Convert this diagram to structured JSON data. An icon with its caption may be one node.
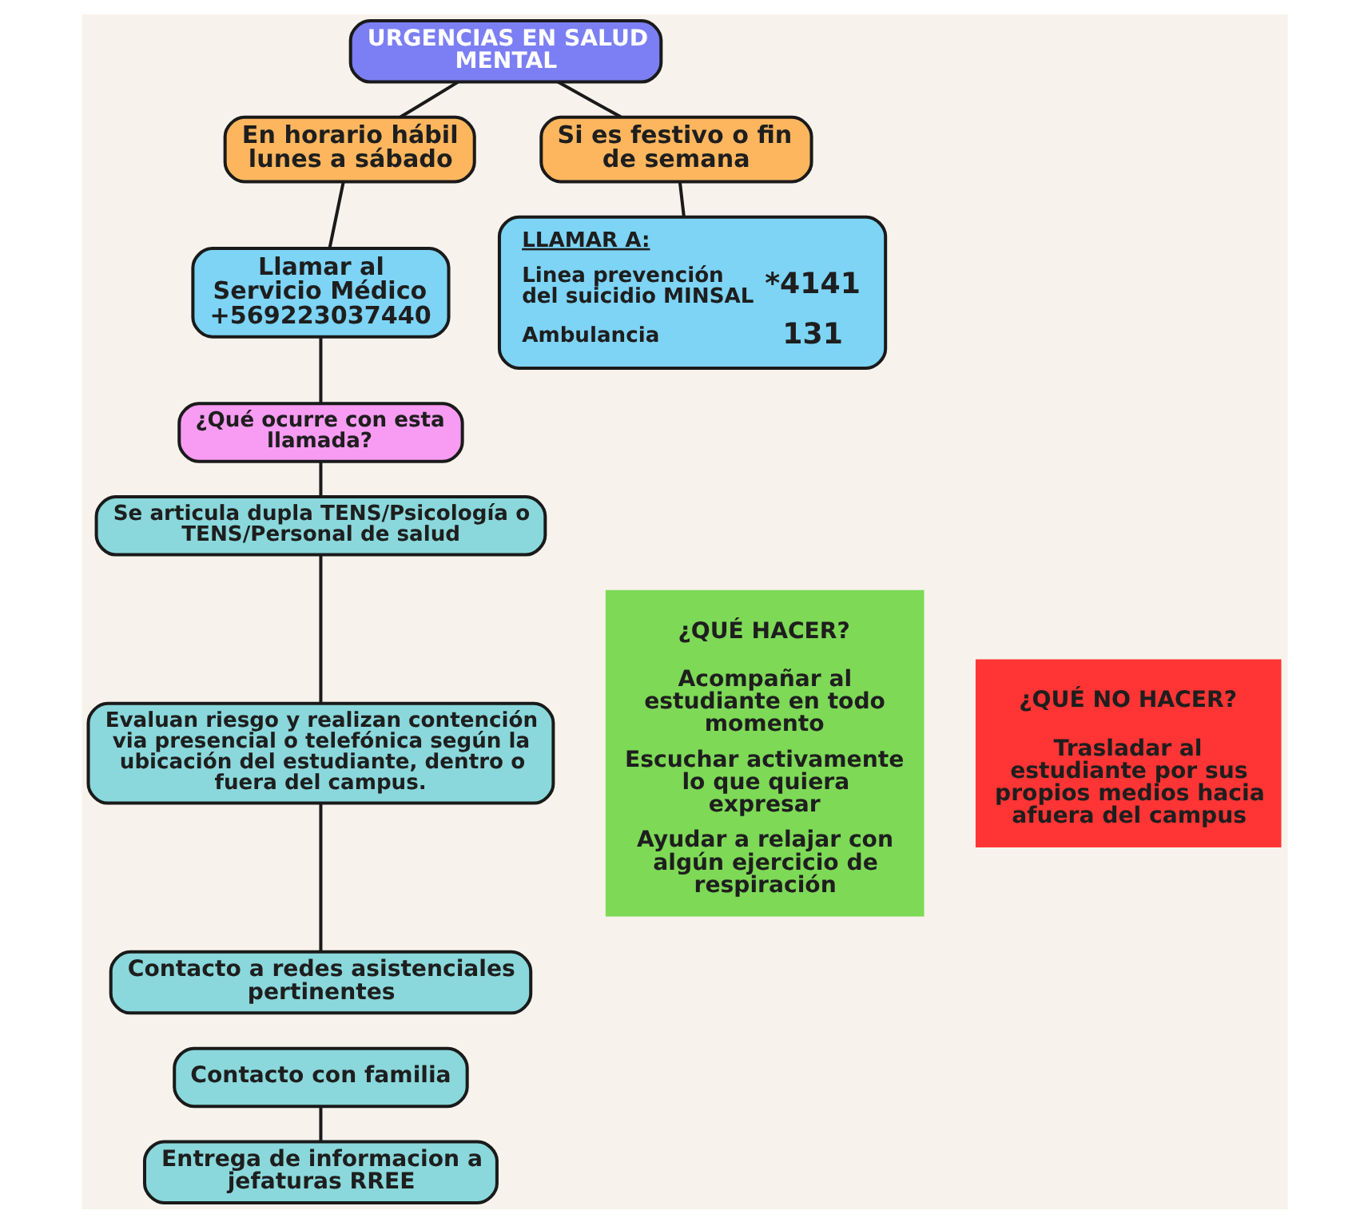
{
  "diagram": {
    "nodes": [
      {
        "text": [
          "URGENCIAS EN SALUD MENTAL"
        ]
      },
      {
        "text": [
          "En horario hábil lunes a sábado"
        ]
      },
      {
        "text": [
          "Si es festivo o fin de semana"
        ]
      },
      {
        "text": [
          "Llamar al Servicio Médico +569223037440"
        ]
      },
      {
        "text": [
          "LLAMAR A:",
          "Linea prevención del suicidio MINSAL",
          "*4141",
          "Ambulancia",
          "131"
        ]
      },
      {
        "text": [
          "¿Qué ocurre con esta llamada?"
        ]
      },
      {
        "text": [
          "Se articula dupla TENS/Psicología o TENS/Personal de salud"
        ]
      },
      {
        "text": [
          "Evaluan riesgo y realizan contención via presencial o telefónica según la ubicación del estudiante, dentro o fuera del campus."
        ]
      },
      {
        "text": [
          "¿QUÉ HACER?",
          "Acompañar al estudiante en todo momento",
          "Escuchar activamente lo que quiera expresar",
          "Ayudar a relajar con algún ejercicio de respiración"
        ]
      },
      {
        "text": [
          "¿QUÉ NO HACER?",
          "Trasladar al estudiante por sus propios medios hacia afuera del campus"
        ]
      },
      {
        "text": [
          "Contacto a redes asistenciales pertinentes"
        ]
      },
      {
        "text": [
          "Contacto con familia"
        ]
      },
      {
        "text": [
          "Entrega de informacion a jefaturas RREE"
        ]
      }
    ],
    "edges": [
      {
        "from": 0,
        "to": 1,
        "arrow": "none"
      },
      {
        "from": 0,
        "to": 2,
        "arrow": "none"
      },
      {
        "from": 1,
        "to": 3,
        "arrow": "none"
      },
      {
        "from": 2,
        "to": 4,
        "arrow": "none"
      },
      {
        "from": 3,
        "to": 5,
        "arrow": "none"
      },
      {
        "from": 5,
        "to": 6,
        "arrow": "none"
      },
      {
        "from": 6,
        "to": 7,
        "arrow": "none"
      },
      {
        "from": 7,
        "to": 10,
        "arrow": "none"
      },
      {
        "from": 11,
        "to": 12,
        "arrow": "none"
      }
    ]
  }
}
